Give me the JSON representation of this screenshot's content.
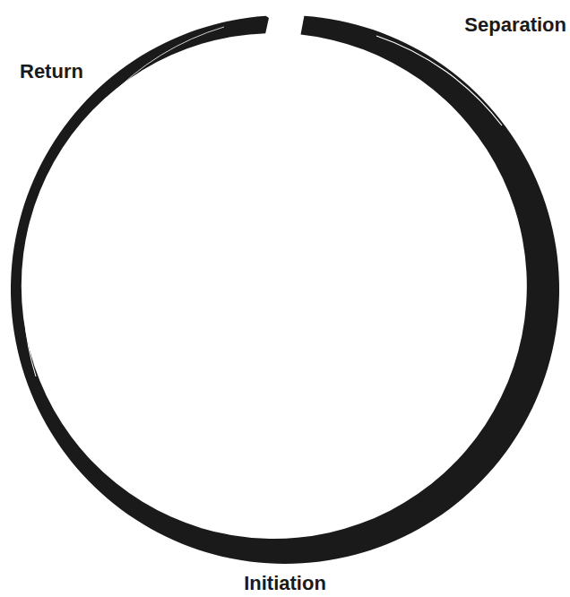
{
  "diagram": {
    "labels": [
      "Separation",
      "Return",
      "Initiation"
    ]
  }
}
